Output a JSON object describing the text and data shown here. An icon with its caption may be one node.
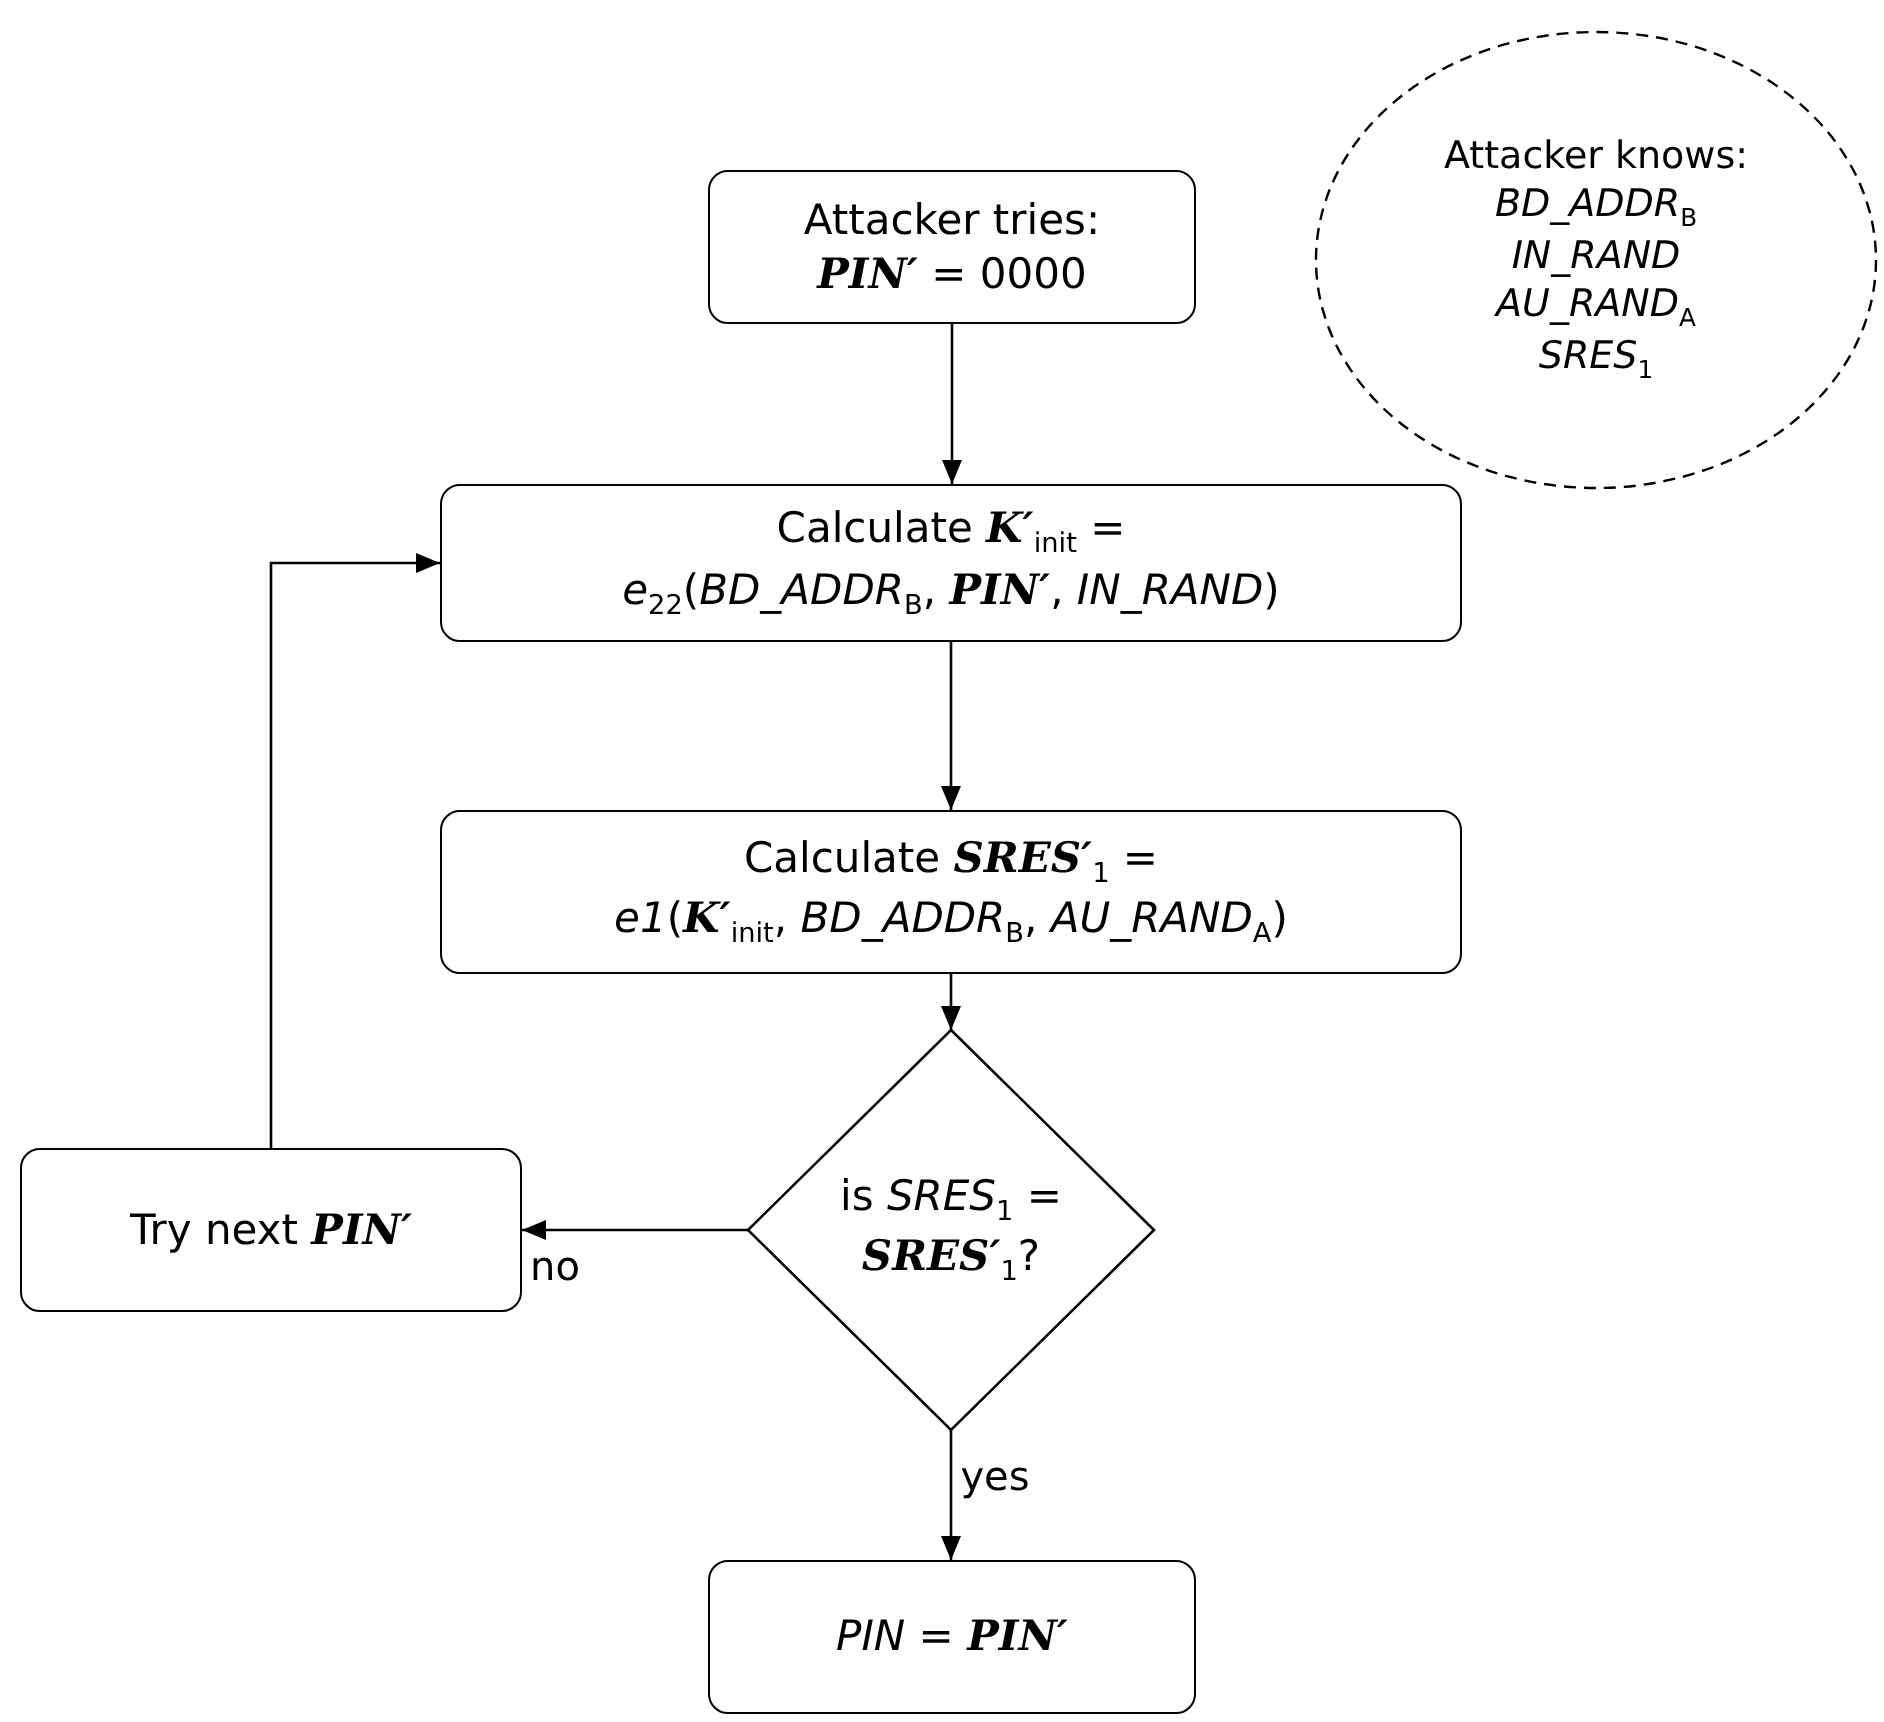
{
  "diagram": {
    "nodes": [
      {
        "text": [
          "Attacker knows:",
          "*BD_ADDR*$_{B}$",
          "*IN_RAND*",
          "*AU_RAND*$_{A}$",
          "*SRES*$_{1}$"
        ]
      },
      {
        "text": [
          "Attacker tries:",
          "**PIN′** = 0000"
        ]
      },
      {
        "text": [
          "Calculate **K′**$_{init}$ =",
          "*e*$_{22}$(*BD_ADDR*$_{B}$, **PIN′**, *IN_RAND*)"
        ]
      },
      {
        "text": [
          "Calculate **SRES′**$_{1}$ =",
          "*e1*(**K′**$_{init}$, *BD_ADDR*$_{B}$, *AU_RAND*$_{A}$)"
        ]
      },
      {
        "text": [
          "is *SRES*$_{1}$ = **SRES′**$_{1}$?"
        ]
      },
      {
        "text": [
          "Try next **PIN′**"
        ]
      },
      {
        "text": [
          "*PIN* = **PIN′**"
        ]
      }
    ],
    "edges": [
      {
        "from": 1,
        "to": 2,
        "arrow": "to"
      },
      {
        "from": 2,
        "to": 3,
        "arrow": "to"
      },
      {
        "from": 3,
        "to": 4,
        "arrow": "to"
      },
      {
        "from": 4,
        "to": 5,
        "arrow": "to",
        "label": "no"
      },
      {
        "from": 4,
        "to": 6,
        "arrow": "to",
        "label": "yes"
      },
      {
        "from": 5,
        "to": 2,
        "arrow": "to"
      }
    ]
  }
}
